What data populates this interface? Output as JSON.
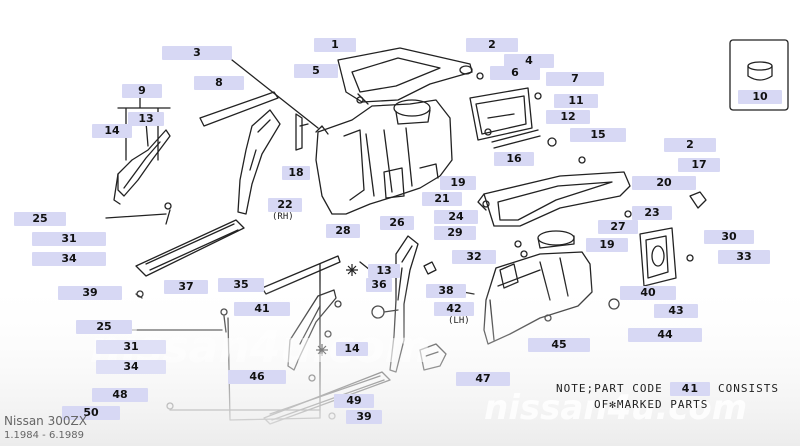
{
  "parts": [
    {
      "id": "p3",
      "label": "3"
    },
    {
      "id": "p1",
      "label": "1"
    },
    {
      "id": "p2a",
      "label": "2"
    },
    {
      "id": "p4",
      "label": "4"
    },
    {
      "id": "p5",
      "label": "5"
    },
    {
      "id": "p6",
      "label": "6"
    },
    {
      "id": "p7",
      "label": "7"
    },
    {
      "id": "p8",
      "label": "8"
    },
    {
      "id": "p9",
      "label": "9"
    },
    {
      "id": "p10",
      "label": "10"
    },
    {
      "id": "p11",
      "label": "11"
    },
    {
      "id": "p12",
      "label": "12"
    },
    {
      "id": "p13a",
      "label": "13"
    },
    {
      "id": "p14a",
      "label": "14"
    },
    {
      "id": "p15",
      "label": "15"
    },
    {
      "id": "p16",
      "label": "16"
    },
    {
      "id": "p2b",
      "label": "2"
    },
    {
      "id": "p17",
      "label": "17"
    },
    {
      "id": "p18",
      "label": "18"
    },
    {
      "id": "p19a",
      "label": "19"
    },
    {
      "id": "p20",
      "label": "20"
    },
    {
      "id": "p21",
      "label": "21"
    },
    {
      "id": "p22",
      "label": "22"
    },
    {
      "id": "p23",
      "label": "23"
    },
    {
      "id": "p24",
      "label": "24"
    },
    {
      "id": "p25a",
      "label": "25"
    },
    {
      "id": "p26",
      "label": "26"
    },
    {
      "id": "p27",
      "label": "27"
    },
    {
      "id": "p28",
      "label": "28"
    },
    {
      "id": "p29",
      "label": "29"
    },
    {
      "id": "p30",
      "label": "30"
    },
    {
      "id": "p31a",
      "label": "31"
    },
    {
      "id": "p19b",
      "label": "19"
    },
    {
      "id": "p34a",
      "label": "34"
    },
    {
      "id": "p32",
      "label": "32"
    },
    {
      "id": "p33",
      "label": "33"
    },
    {
      "id": "p13b",
      "label": "13"
    },
    {
      "id": "p35",
      "label": "35"
    },
    {
      "id": "p37",
      "label": "37"
    },
    {
      "id": "p36",
      "label": "36"
    },
    {
      "id": "p38",
      "label": "38"
    },
    {
      "id": "p39a",
      "label": "39"
    },
    {
      "id": "p40",
      "label": "40"
    },
    {
      "id": "p41a",
      "label": "41"
    },
    {
      "id": "p42",
      "label": "42"
    },
    {
      "id": "p43",
      "label": "43"
    },
    {
      "id": "p25b",
      "label": "25"
    },
    {
      "id": "p44",
      "label": "44"
    },
    {
      "id": "p14b",
      "label": "14"
    },
    {
      "id": "p31b",
      "label": "31"
    },
    {
      "id": "p45",
      "label": "45"
    },
    {
      "id": "p34b",
      "label": "34"
    },
    {
      "id": "p46",
      "label": "46"
    },
    {
      "id": "p47",
      "label": "47"
    },
    {
      "id": "p48",
      "label": "48"
    },
    {
      "id": "p49",
      "label": "49"
    },
    {
      "id": "p50",
      "label": "50"
    },
    {
      "id": "p39b",
      "label": "39"
    }
  ],
  "note": {
    "line1_prefix": "NOTE;PART CODE",
    "line1_code": "41",
    "line1_suffix": "CONSISTS",
    "line2_prefix": "OF",
    "line2_suffix": "MARKED PARTS"
  },
  "dims": {
    "rh": "(RH)",
    "lh": "(LH)"
  },
  "watermark": {
    "text": "nissan4u.com"
  },
  "footer": {
    "model": "Nissan 300ZX",
    "years": "1.1984 - 6.1989"
  },
  "colors": {
    "label_bg": "#d7d8f4",
    "line": "#222222",
    "watermark": "#ffffff"
  }
}
